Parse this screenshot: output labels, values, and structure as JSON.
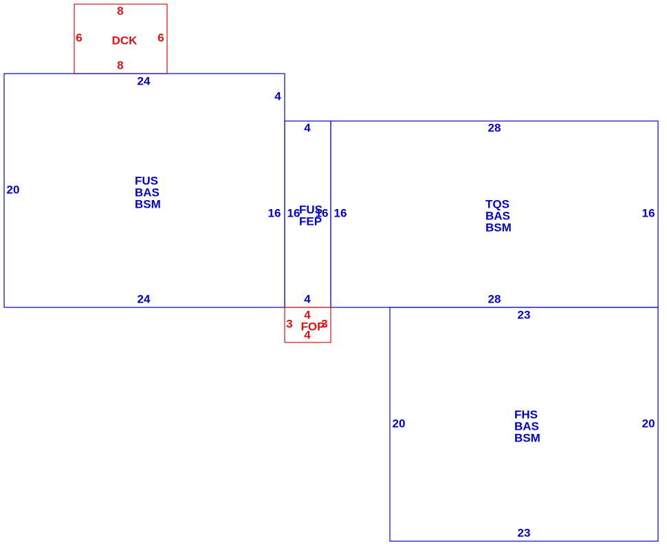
{
  "colors": {
    "blue": "#0000cc",
    "red": "#dd1111"
  },
  "areas": {
    "dck": {
      "color": "red",
      "codes": [
        "DCK"
      ],
      "dims": [
        "8",
        "6",
        "6",
        "8"
      ]
    },
    "main": {
      "color": "blue",
      "codes": [
        "FUS",
        "BAS",
        "BSM"
      ],
      "dims": [
        "24",
        "4",
        "20",
        "16",
        "24"
      ]
    },
    "porch": {
      "color": "blue",
      "codes": [
        "FUS",
        "FEP"
      ],
      "dims": [
        "4",
        "16",
        "16",
        "4"
      ]
    },
    "tqs": {
      "color": "blue",
      "codes": [
        "TQS",
        "BAS",
        "BSM"
      ],
      "dims": [
        "28",
        "16",
        "16",
        "28"
      ]
    },
    "fop": {
      "color": "red",
      "codes": [
        "FOP"
      ],
      "dims": [
        "4",
        "3",
        "3",
        "4"
      ]
    },
    "fhs": {
      "color": "blue",
      "codes": [
        "FHS",
        "BAS",
        "BSM"
      ],
      "dims": [
        "23",
        "20",
        "20",
        "23"
      ]
    }
  }
}
